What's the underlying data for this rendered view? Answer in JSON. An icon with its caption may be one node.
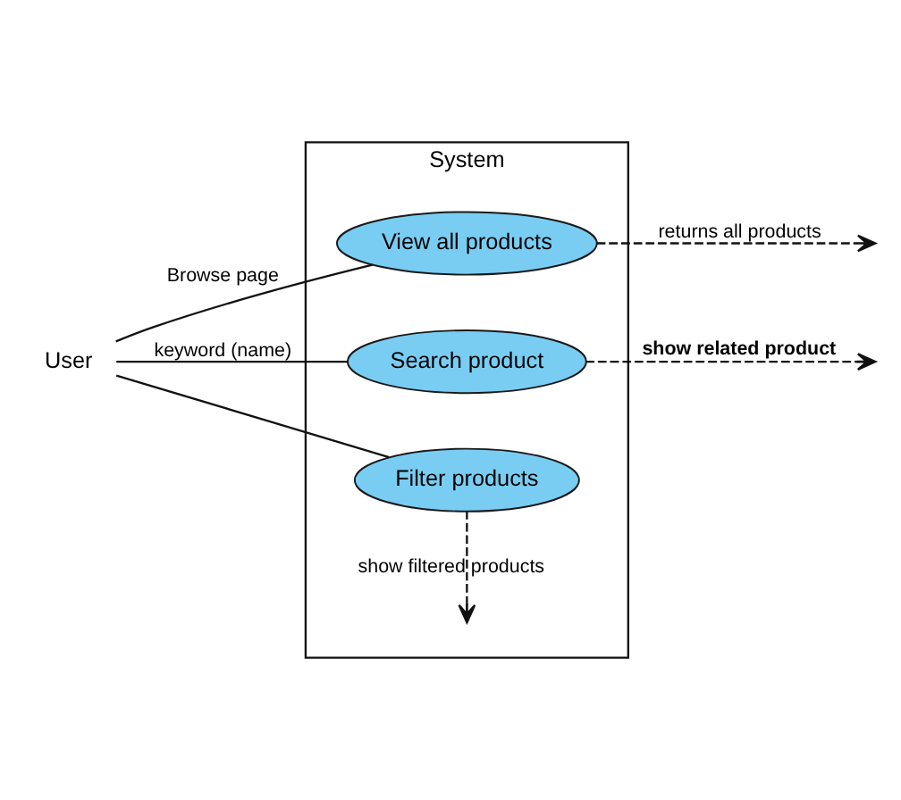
{
  "diagram": {
    "nodes": [
      {
        "text": [
          "System"
        ]
      },
      {
        "text": [
          "View all products"
        ],
        "in": 0
      },
      {
        "text": [
          "Search product"
        ],
        "in": 0
      },
      {
        "text": [
          "Filter products"
        ],
        "in": 0
      },
      {
        "text": [
          "User"
        ]
      }
    ],
    "edges": [
      {
        "from": 4,
        "to": 1,
        "arrow": "none",
        "label": "Browse page"
      },
      {
        "from": 1,
        "to": null,
        "arrow": "to",
        "label": "returns all products",
        "style": "dashed"
      },
      {
        "from": 4,
        "to": 2,
        "arrow": "none",
        "label": "keyword (name)"
      },
      {
        "from": 2,
        "to": null,
        "arrow": "to",
        "label": "show related product",
        "style": "dashed"
      },
      {
        "from": 4,
        "to": 3,
        "arrow": "none"
      },
      {
        "from": 3,
        "to": null,
        "arrow": "to",
        "label": "show filtered products",
        "style": "dashed"
      }
    ]
  }
}
